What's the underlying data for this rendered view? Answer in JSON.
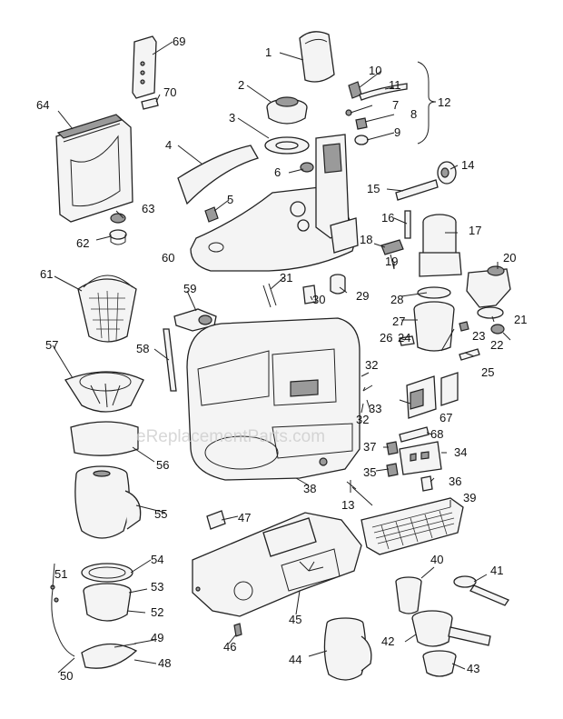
{
  "watermark": "eReplacementParts.com",
  "bracket_label": "12",
  "callouts": [
    "1",
    "2",
    "3",
    "4",
    "5",
    "6",
    "7",
    "8",
    "9",
    "10",
    "11",
    "13",
    "14",
    "15",
    "16",
    "17",
    "18",
    "19",
    "20",
    "21",
    "22",
    "23",
    "24",
    "25",
    "26",
    "27",
    "28",
    "29",
    "30",
    "31",
    "32",
    "32",
    "33",
    "34",
    "35",
    "36",
    "37",
    "38",
    "39",
    "40",
    "41",
    "42",
    "43",
    "44",
    "45",
    "46",
    "47",
    "48",
    "49",
    "50",
    "51",
    "52",
    "53",
    "54",
    "55",
    "56",
    "57",
    "58",
    "59",
    "60",
    "61",
    "62",
    "63",
    "64",
    "67",
    "68",
    "69",
    "70"
  ]
}
